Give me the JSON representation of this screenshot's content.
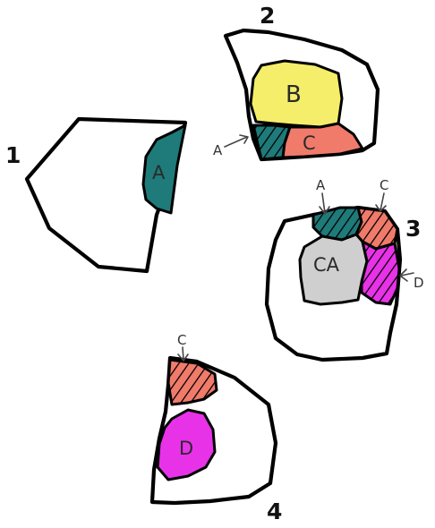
{
  "labels": {
    "step1": "1",
    "step2": "2",
    "step3": "3",
    "step4": "4",
    "region_a": "A",
    "region_b": "B",
    "region_c": "C",
    "region_d": "D",
    "region_ca": "CA",
    "callout_a": "A",
    "callout_c": "C",
    "callout_d": "D"
  },
  "colors": {
    "outline": "#000000",
    "a": "#1f7a7a",
    "b": "#f5ee6a",
    "c": "#f07b6b",
    "d": "#e832e8",
    "ca": "#cfcfcf",
    "hatch": "#000000"
  }
}
